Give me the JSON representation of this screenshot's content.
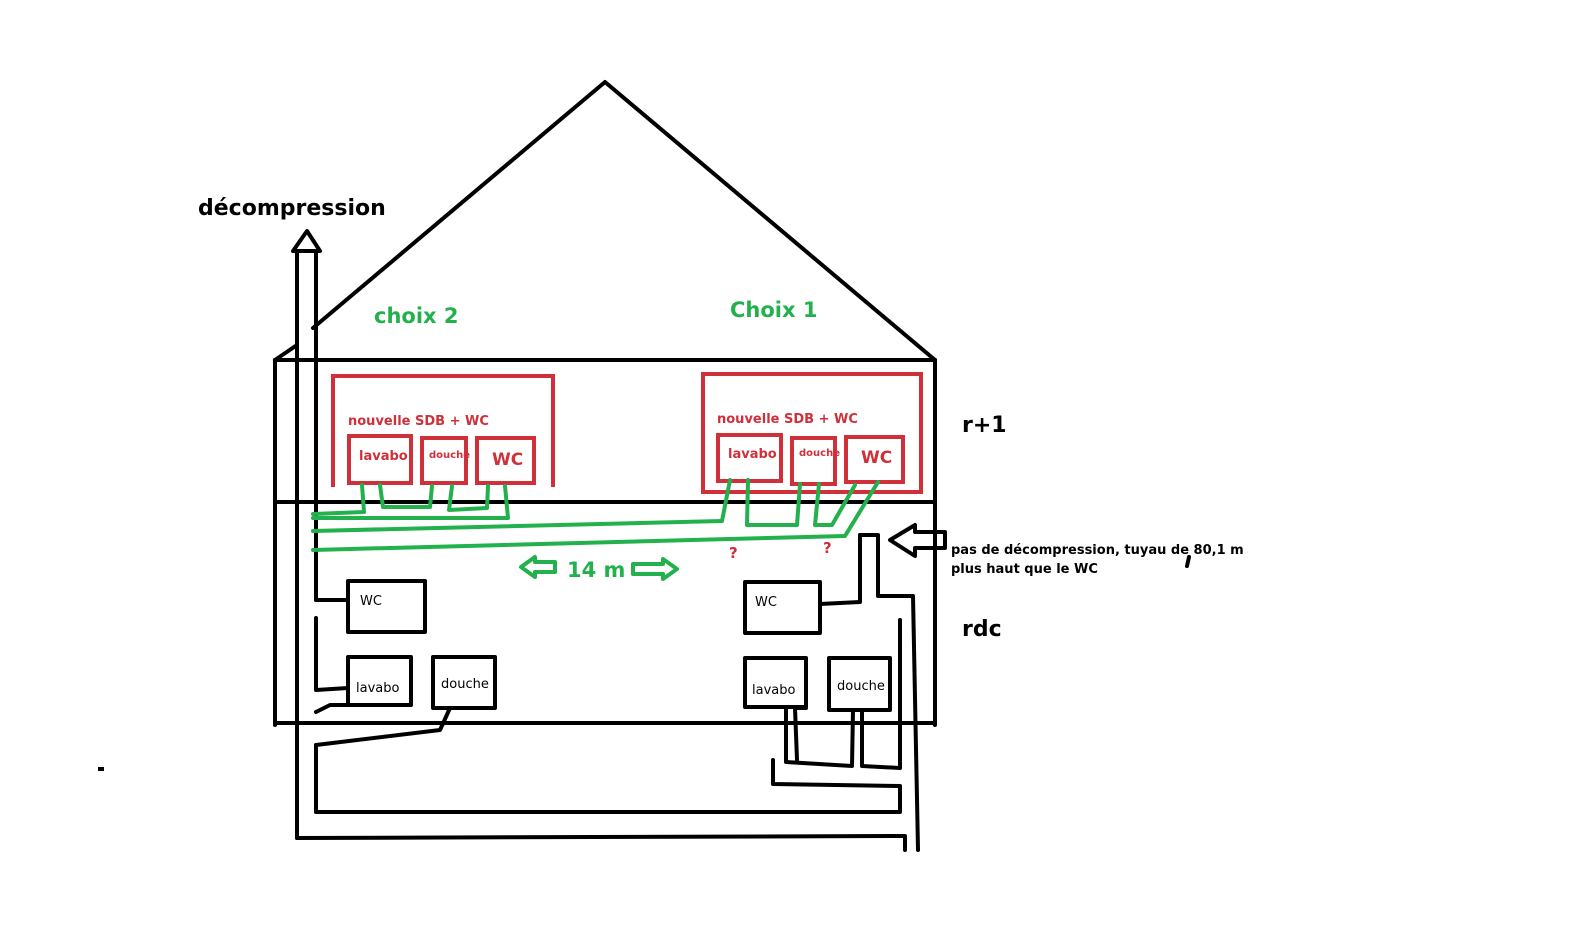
{
  "labels": {
    "decompression": "décompression",
    "choix2": "choix 2",
    "choix1": "Choix 1",
    "floor_upper": "r+1",
    "floor_ground": "rdc",
    "distance": "14 m",
    "note_line1": "pas de décompression, tuyau de 80,1 m",
    "note_line2": "plus haut que le WC",
    "question": "?"
  },
  "upper_rooms": {
    "choix2": {
      "title": "nouvelle SDB + WC",
      "lavabo": "lavabo",
      "douche": "douche",
      "wc": "WC"
    },
    "choix1": {
      "title": "nouvelle SDB + WC",
      "lavabo": "lavabo",
      "douche": "douche",
      "wc": "WC"
    }
  },
  "ground_rooms": {
    "left": {
      "wc": "WC",
      "lavabo": "lavabo",
      "douche": "douche"
    },
    "right": {
      "wc": "WC",
      "lavabo": "lavabo",
      "douche": "douche"
    }
  },
  "colors": {
    "red": "#d0303a",
    "green": "#22b14c",
    "black": "#000000"
  }
}
